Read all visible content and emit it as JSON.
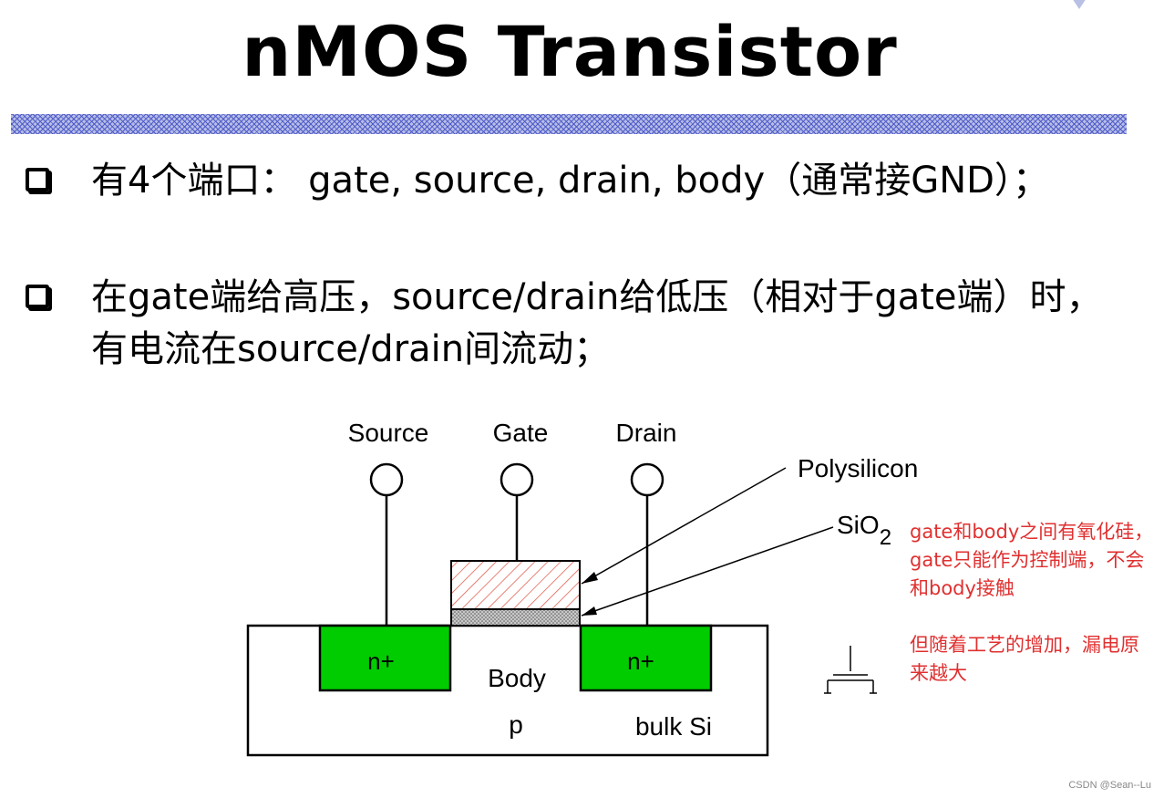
{
  "slide": {
    "title": "nMOS Transistor",
    "bullets": [
      "有4个端口： gate, source, drain, body（通常接GND）；",
      "在gate端给高压，source/drain给低压（相对于gate端）时，有电流在source/drain间流动；"
    ]
  },
  "diagram": {
    "source_label": "Source",
    "gate_label": "Gate",
    "drain_label": "Drain",
    "polysilicon_label": "Polysilicon",
    "sio2_label": "SiO",
    "sio2_subscript": "2",
    "n_plus_left": "n+",
    "n_plus_right": "n+",
    "body_label": "Body",
    "p_label": "p",
    "bulk_label": "bulk Si"
  },
  "annotations": {
    "note1": "gate和body之间有氧化硅，gate只能作为控制端，不会和body接触",
    "note2": "但随着工艺的增加，漏电原来越大"
  },
  "watermark": "CSDN @Sean--Lu",
  "colors": {
    "annotation": "#e03030",
    "n_region": "#00cc00",
    "polysilicon_hatch": "#e05a4a",
    "header_bar": "#4f5cc9"
  }
}
